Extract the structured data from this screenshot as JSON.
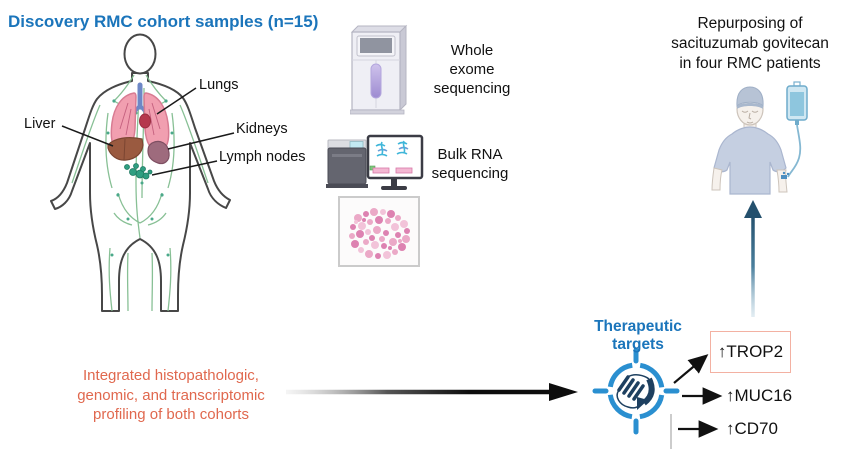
{
  "figure": {
    "discovery": {
      "title": "Discovery RMC cohort samples (n=15)",
      "organ_labels": {
        "lungs": "Lungs",
        "liver": "Liver",
        "kidneys": "Kidneys",
        "lymph_nodes": "Lymph nodes"
      }
    },
    "assays": {
      "wes_lines": [
        "Whole",
        "exome",
        "sequencing"
      ],
      "rna_lines": [
        "Bulk RNA",
        "sequencing"
      ]
    },
    "outcome_lines": [
      "Repurposing of",
      "sacituzumab govitecan",
      "in four RMC patients"
    ],
    "profiling_lines": [
      "Integrated histopathologic,",
      "genomic, and transcriptomic",
      "profiling of both cohorts"
    ],
    "targets": {
      "heading_lines": [
        "Therapeutic",
        "targets"
      ],
      "trop2": "↑TROP2",
      "muc16": "↑MUC16",
      "cd70": "↑CD70"
    },
    "icons": {
      "anatomy": "human-anatomy-figure",
      "wes_machine": "dna-sequencer",
      "rna_machine": "sequencer-with-monitor",
      "histology": "histology-slide",
      "patient": "patient-receiving-infusion",
      "iv_bag": "iv-bag",
      "target": "crosshair-target-with-protein"
    },
    "colors": {
      "heading_blue": "#1b75bb",
      "profiling_orange": "#e0684e",
      "trop2_border": "#f3b1a2",
      "target_ring": "#2a8fd0",
      "up_arrow_navy": "#24506d"
    }
  }
}
